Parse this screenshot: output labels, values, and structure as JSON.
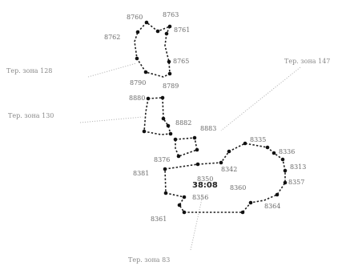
{
  "plots": [
    {
      "name": "plot-top",
      "label": "Тер. зона 128"
    },
    {
      "name": "plot-middle",
      "label": "Тер. зона 130"
    },
    {
      "name": "plot-small",
      "label": "Тер. зона 147"
    },
    {
      "name": "plot-large",
      "label": "Тер. зона 83"
    }
  ],
  "points": [
    "8760",
    "8762",
    "8763",
    "8761",
    "8765",
    "8790",
    "8789",
    "8880",
    "8882",
    "8883",
    "8376",
    "8381",
    "8342",
    "8360",
    "8335",
    "8336",
    "8313",
    "8357",
    "8364",
    "8350",
    "8356",
    "8361"
  ],
  "center_label": "38:08"
}
